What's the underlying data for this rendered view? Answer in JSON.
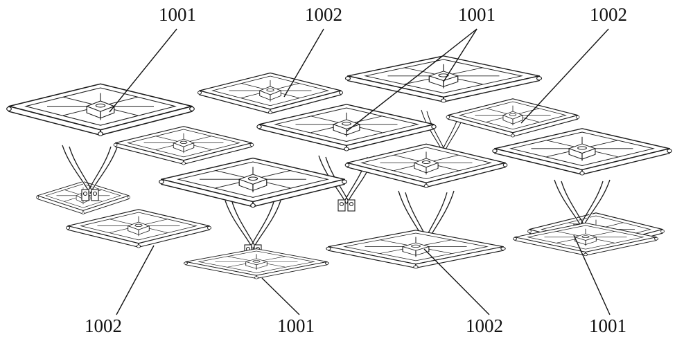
{
  "figure": {
    "labels": [
      {
        "id": "top-1",
        "text": "1001"
      },
      {
        "id": "top-2",
        "text": "1002"
      },
      {
        "id": "top-3",
        "text": "1001"
      },
      {
        "id": "top-4",
        "text": "1002"
      },
      {
        "id": "bottom-1",
        "text": "1002"
      },
      {
        "id": "bottom-2",
        "text": "1001"
      },
      {
        "id": "bottom-3",
        "text": "1002"
      },
      {
        "id": "bottom-4",
        "text": "1001"
      }
    ]
  }
}
